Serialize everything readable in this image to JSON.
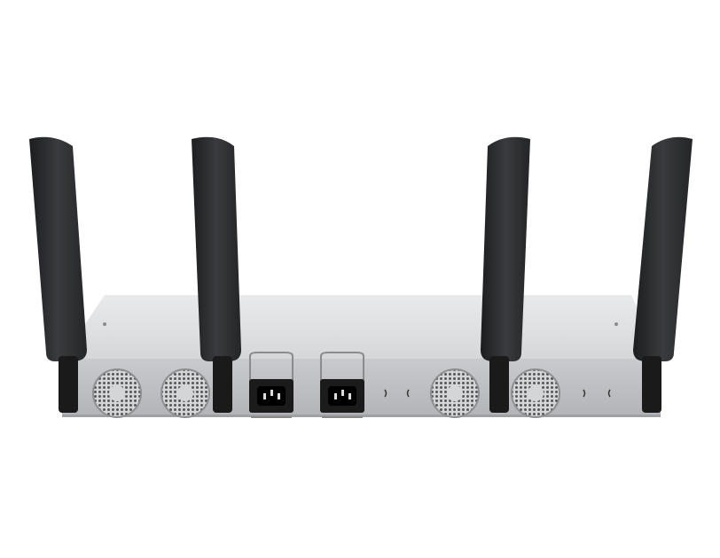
{
  "image": {
    "subject": "router-rear-view",
    "background_color": "#ffffff",
    "chassis_color": "#d9dadc",
    "antenna_color": "#2a2b2d",
    "antenna_count": 4,
    "fan_count": 4,
    "power_socket_count": 2
  }
}
